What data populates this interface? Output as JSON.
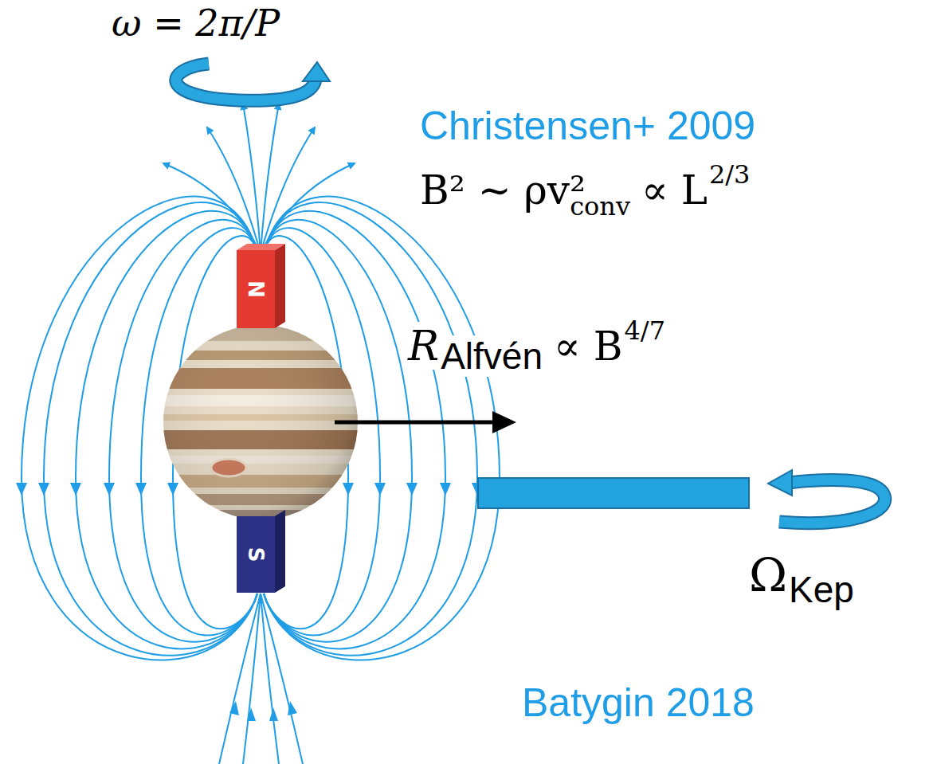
{
  "diagram": {
    "nodes": [
      {
        "text": [
          "N"
        ]
      },
      {
        "text": [
          "S"
        ]
      }
    ],
    "labels": [
      "ω = 2π/P",
      "Christensen+ 2009",
      "B² ∼ ρv²",
      "conv",
      "∝ L",
      "2/3",
      "R",
      "Alfvén",
      "∝ B",
      "4/7",
      "Ω",
      "Kep",
      "Batygin 2018"
    ]
  }
}
